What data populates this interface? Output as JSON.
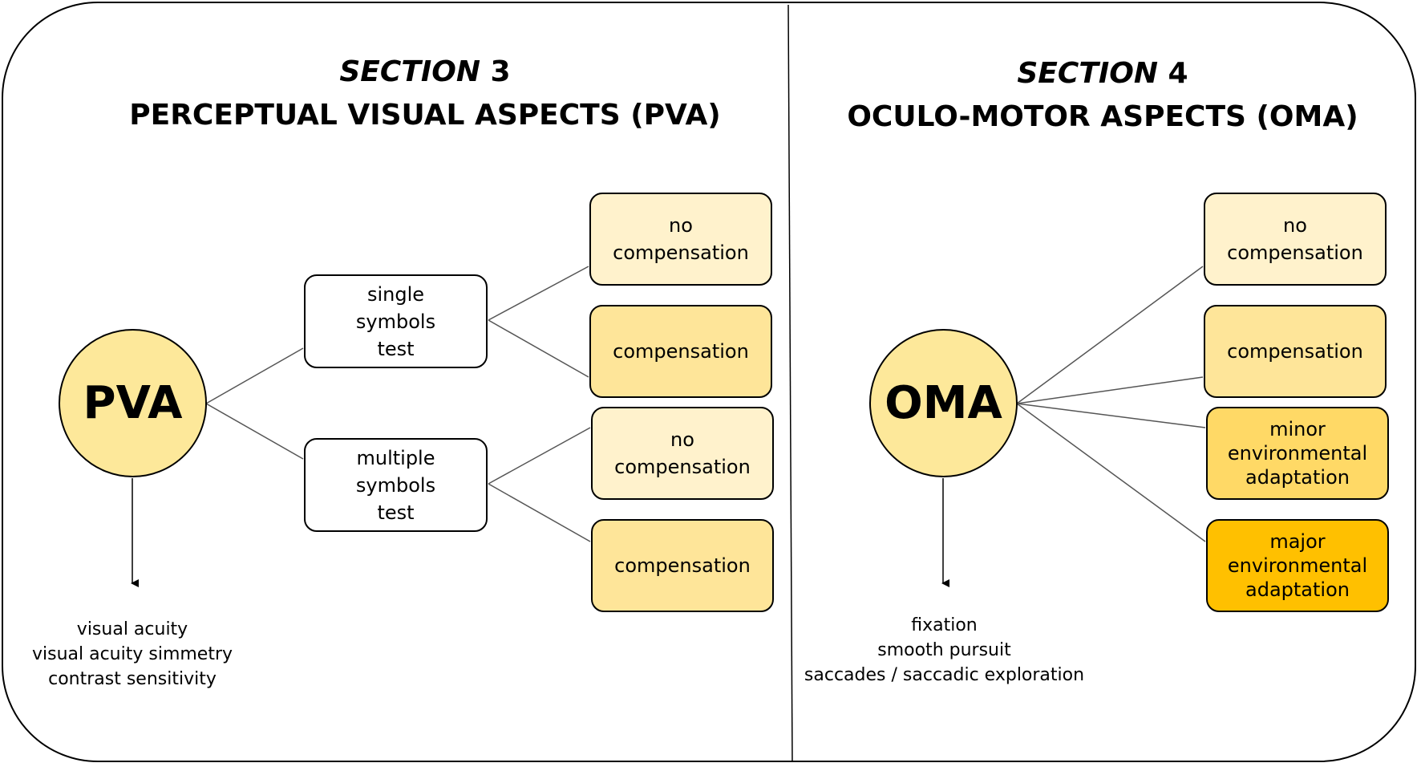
{
  "section3": {
    "label": "SECTION",
    "number": "3",
    "title": "PERCEPTUAL VISUAL ASPECTS (PVA)",
    "node": "PVA",
    "tests": [
      {
        "label": "single symbols test",
        "outcomes": [
          "no compensation",
          "compensation"
        ]
      },
      {
        "label": "multiple symbols test",
        "outcomes": [
          "no compensation",
          "compensation"
        ]
      }
    ],
    "measures": [
      "visual acuity",
      "visual acuity simmetry",
      "contrast sensitivity"
    ]
  },
  "section4": {
    "label": "SECTION",
    "number": "4",
    "title": "OCULO-MOTOR ASPECTS (OMA)",
    "node": "OMA",
    "outcomes": [
      "no compensation",
      "compensation",
      "minor environmental adaptation",
      "major environmental adaptation"
    ],
    "measures": [
      "fixation",
      "smooth pursuit",
      "saccades / saccadic exploration"
    ]
  },
  "colors": {
    "node_fill": "#fde89a",
    "no_compensation": "#fff2cc",
    "compensation": "#fee599",
    "minor_adaptation": "#ffd966",
    "major_adaptation": "#ffc000"
  }
}
